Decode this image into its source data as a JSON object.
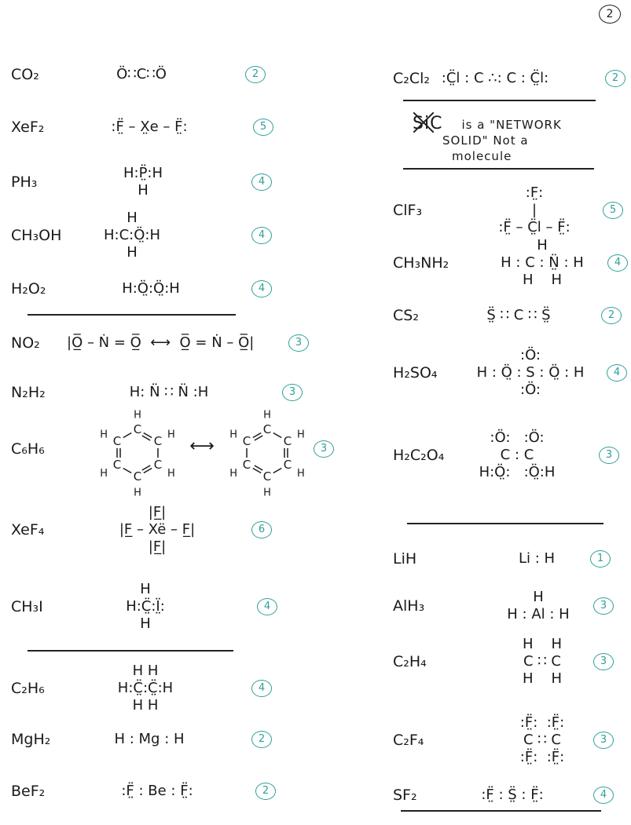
{
  "page_number": "2",
  "ink_color": "#1a1a1a",
  "count_color": "#2e9f9a",
  "left": [
    {
      "formula": "CO₂",
      "lines": [
        "Ö∷C∷Ö"
      ],
      "count": "2"
    },
    {
      "formula": "XeF₂",
      "lines": [
        ":F̤̈ – X̤e – F̤̈:"
      ],
      "count": "5"
    },
    {
      "formula": "PH₃",
      "lines": [
        "H:P̤̈:H",
        "H"
      ],
      "count": "4"
    },
    {
      "formula": "CH₃OH",
      "lines": [
        "H",
        "H:C:Ö̤:H",
        "H"
      ],
      "count": "4"
    },
    {
      "formula": "H₂O₂",
      "lines": [
        "H:Ö̤:Ö̤:H"
      ],
      "count": "4"
    },
    {
      "formula": "NO₂",
      "lines": [
        "|O̲̅ – Ṅ = O̲̅  ⟷  O̲̅ = Ṅ – O̲̅|"
      ],
      "count": "3"
    },
    {
      "formula": "N₂H₂",
      "lines": [
        "H: N̈ ∷ N̈ :H"
      ],
      "count": "3"
    },
    {
      "formula": "C₆H₆",
      "lines": [],
      "count": "3"
    },
    {
      "formula": "XeF₄",
      "lines": [
        "|F̲|",
        "|F̲ – Xë – F̲|",
        "|F̲|"
      ],
      "count": "6"
    },
    {
      "formula": "CH₃I",
      "lines": [
        "H",
        "H:C̤̈:Ï̤:",
        "H"
      ],
      "count": "4"
    },
    {
      "formula": "C₂H₆",
      "lines": [
        "H H",
        "H:C̤̈:C̤̈:H",
        "H H"
      ],
      "count": "4"
    },
    {
      "formula": "MgH₂",
      "lines": [
        "H : Mg : H"
      ],
      "count": "2"
    },
    {
      "formula": "BeF₂",
      "lines": [
        ":F̤̈ : Be : F̤̈:"
      ],
      "count": "2"
    }
  ],
  "benzene": {
    "carbon": "C",
    "hydrogen": "H",
    "arrow": "⟷"
  },
  "note": {
    "struck": "SiC",
    "text": [
      "is a \"NETWORK",
      "SOLID\" Not a",
      "molecule"
    ]
  },
  "right": [
    {
      "formula": "C₂Cl₂",
      "lines": [
        ":C̤̈l : C ∴: C : C̤̈l:"
      ],
      "count": "2"
    },
    {
      "formula": "ClF₃",
      "lines": [
        ":F̤:",
        "|",
        ":F̤̈ – C̤̈l – F̤̈:"
      ],
      "count": "5"
    },
    {
      "formula": "CH₃NH₂",
      "lines": [
        "H",
        "H : C : N̤̈ : H",
        "H    H"
      ],
      "count": "4"
    },
    {
      "formula": "CS₂",
      "lines": [
        "S̤̈ ∷ C ∷ S̤̈"
      ],
      "count": "2"
    },
    {
      "formula": "H₂SO₄",
      "lines": [
        ":Ö:",
        "H : Ö̤ : S : Ö̤ : H",
        ":Ö:"
      ],
      "count": "4"
    },
    {
      "formula": "H₂C₂O₄",
      "lines": [
        ":Ö:   :Ö:",
        "C : C",
        "H:Ö̤:   :Ö̤:H"
      ],
      "count": "3"
    },
    {
      "formula": "LiH",
      "lines": [
        "Li : H"
      ],
      "count": "1"
    },
    {
      "formula": "AlH₃",
      "lines": [
        "H",
        "H : Al : H"
      ],
      "count": "3"
    },
    {
      "formula": "C₂H₄",
      "lines": [
        "H    H",
        "C ∷ C",
        "H    H"
      ],
      "count": "3"
    },
    {
      "formula": "C₂F₄",
      "lines": [
        ":F̤̈:  :F̤̈:",
        "C ∷ C",
        ":F̤̈:  :F̤̈:"
      ],
      "count": "3"
    },
    {
      "formula": "SF₂",
      "lines": [
        ":F̤̈ : S̤̈ : F̤̈:"
      ],
      "count": "4"
    }
  ]
}
